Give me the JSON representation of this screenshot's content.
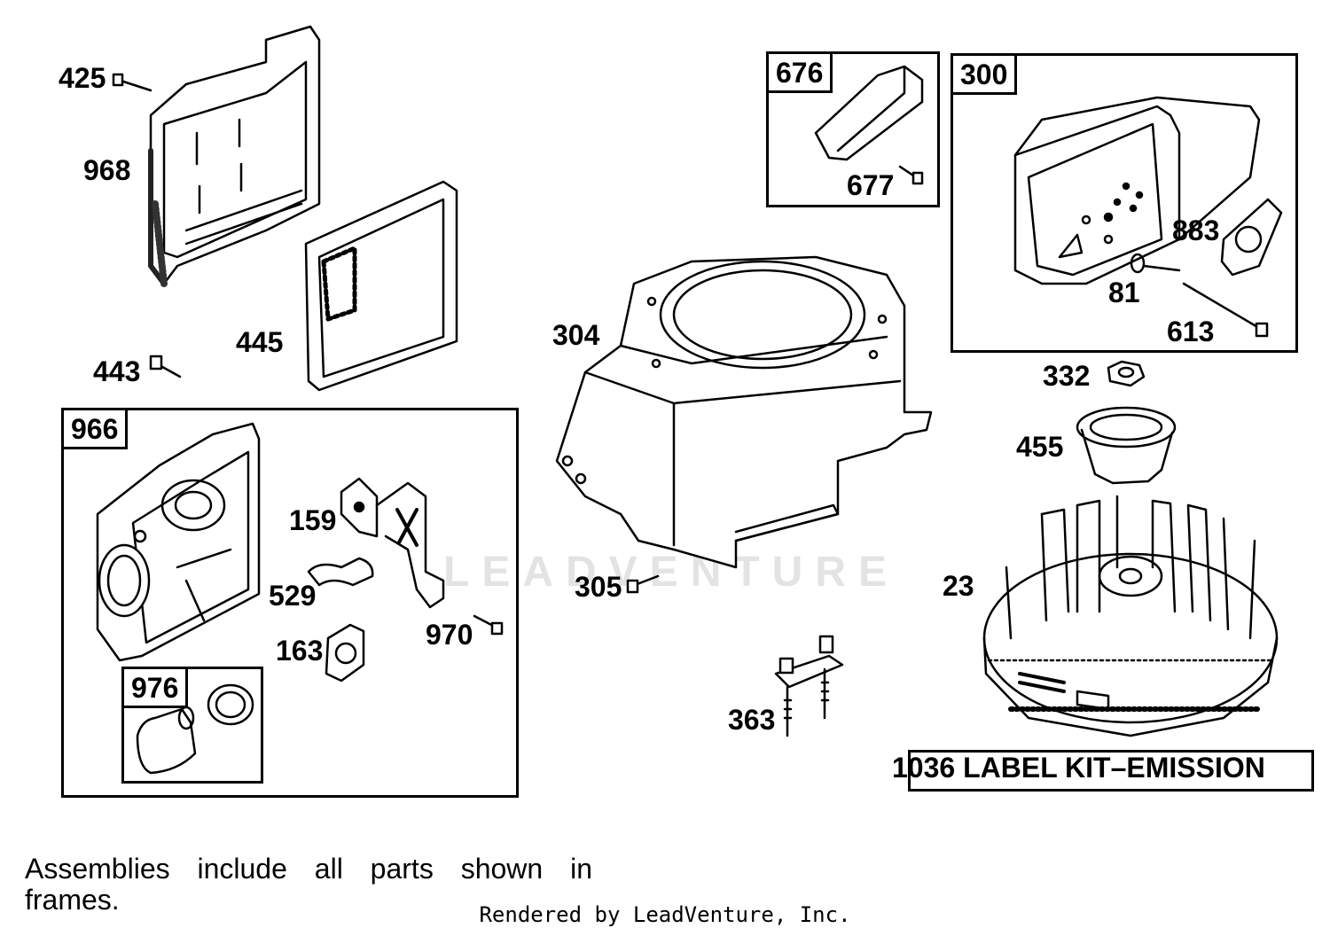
{
  "labels": {
    "p425": "425",
    "p968": "968",
    "p445": "445",
    "p443": "443",
    "p676": "676",
    "p677": "677",
    "p300": "300",
    "p883": "883",
    "p81": "81",
    "p613": "613",
    "p304": "304",
    "p332": "332",
    "p455": "455",
    "p23": "23",
    "p305": "305",
    "p363": "363",
    "p966": "966",
    "p159": "159",
    "p529": "529",
    "p970": "970",
    "p163": "163",
    "p976": "976"
  },
  "kit_label": "1036 LABEL KIT–EMISSION",
  "note": "Assemblies include all parts shown in frames.",
  "credit": "Rendered by LeadVenture, Inc.",
  "watermark": "LEADVENTURE"
}
